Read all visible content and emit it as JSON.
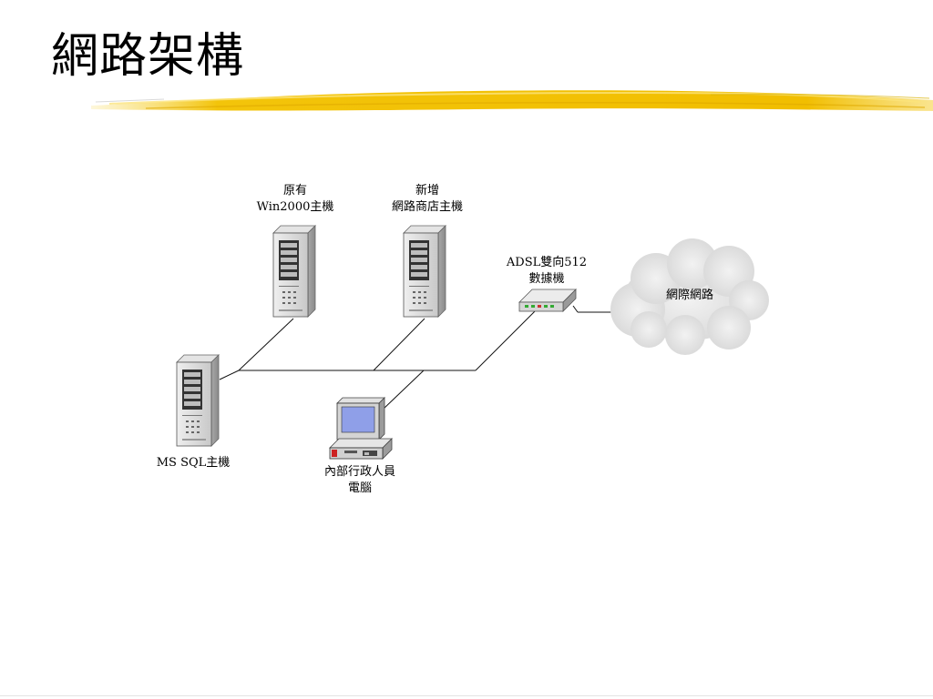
{
  "slide": {
    "title": "網路架構"
  },
  "nodes": {
    "server_existing": {
      "line1": "原有",
      "line2": "Win2000主機"
    },
    "server_new": {
      "line1": "新增",
      "line2": "網路商店主機"
    },
    "modem": {
      "line1": "ADSL雙向512",
      "line2": "數據機"
    },
    "internet": {
      "label": "網際網路"
    },
    "sql_server": {
      "label": "MS SQL主機"
    },
    "admin_pc": {
      "line1": "內部行政人員",
      "line2": "電腦"
    }
  },
  "colors": {
    "brush": "#f2c200",
    "server_body": "#d8d8d8",
    "monitor_screen": "#8f9fe8",
    "cloud": "#e6e6e6"
  },
  "icons": [
    "server-icon",
    "modem-icon",
    "cloud-icon",
    "desktop-computer-icon"
  ]
}
